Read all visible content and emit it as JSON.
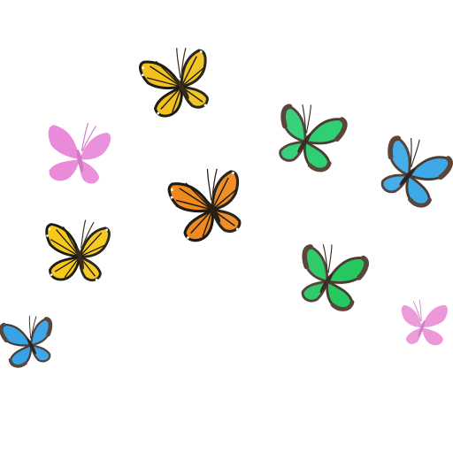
{
  "scene": {
    "background": "#ffffff",
    "butterflies": [
      {
        "name": "yellow-butterfly-top",
        "species": "yellow",
        "wing": "#f2c21b",
        "accent": "#1c1c16",
        "body": "#3a2a1a"
      },
      {
        "name": "pink-butterfly-left",
        "species": "pink",
        "wing": "#e98bd9",
        "accent": "#d978cc",
        "body": "#cf7ac2"
      },
      {
        "name": "green-butterfly-top-right",
        "species": "green",
        "wing": "#2fcf74",
        "accent": "#4b3b33",
        "body": "#3b2c24"
      },
      {
        "name": "blue-butterfly-right",
        "species": "blue",
        "wing": "#3fa8e6",
        "accent": "#4b3b33",
        "body": "#2e2520"
      },
      {
        "name": "orange-butterfly-center",
        "species": "orange",
        "wing": "#f08a1e",
        "accent": "#1e1b16",
        "body": "#2a1f14"
      },
      {
        "name": "yellow-butterfly-left",
        "species": "yellow",
        "wing": "#f5c819",
        "accent": "#1c1c16",
        "body": "#3a2a1a"
      },
      {
        "name": "green-butterfly-bottom-right",
        "species": "green",
        "wing": "#27c860",
        "accent": "#4b3b33",
        "body": "#3b2c24"
      },
      {
        "name": "pink-butterfly-right",
        "species": "pink",
        "wing": "#ec97d8",
        "accent": "#df86cf",
        "body": "#d17ec8"
      },
      {
        "name": "blue-butterfly-bottom-left",
        "species": "blue",
        "wing": "#35a3e6",
        "accent": "#4b3b33",
        "body": "#2e2520"
      }
    ]
  }
}
